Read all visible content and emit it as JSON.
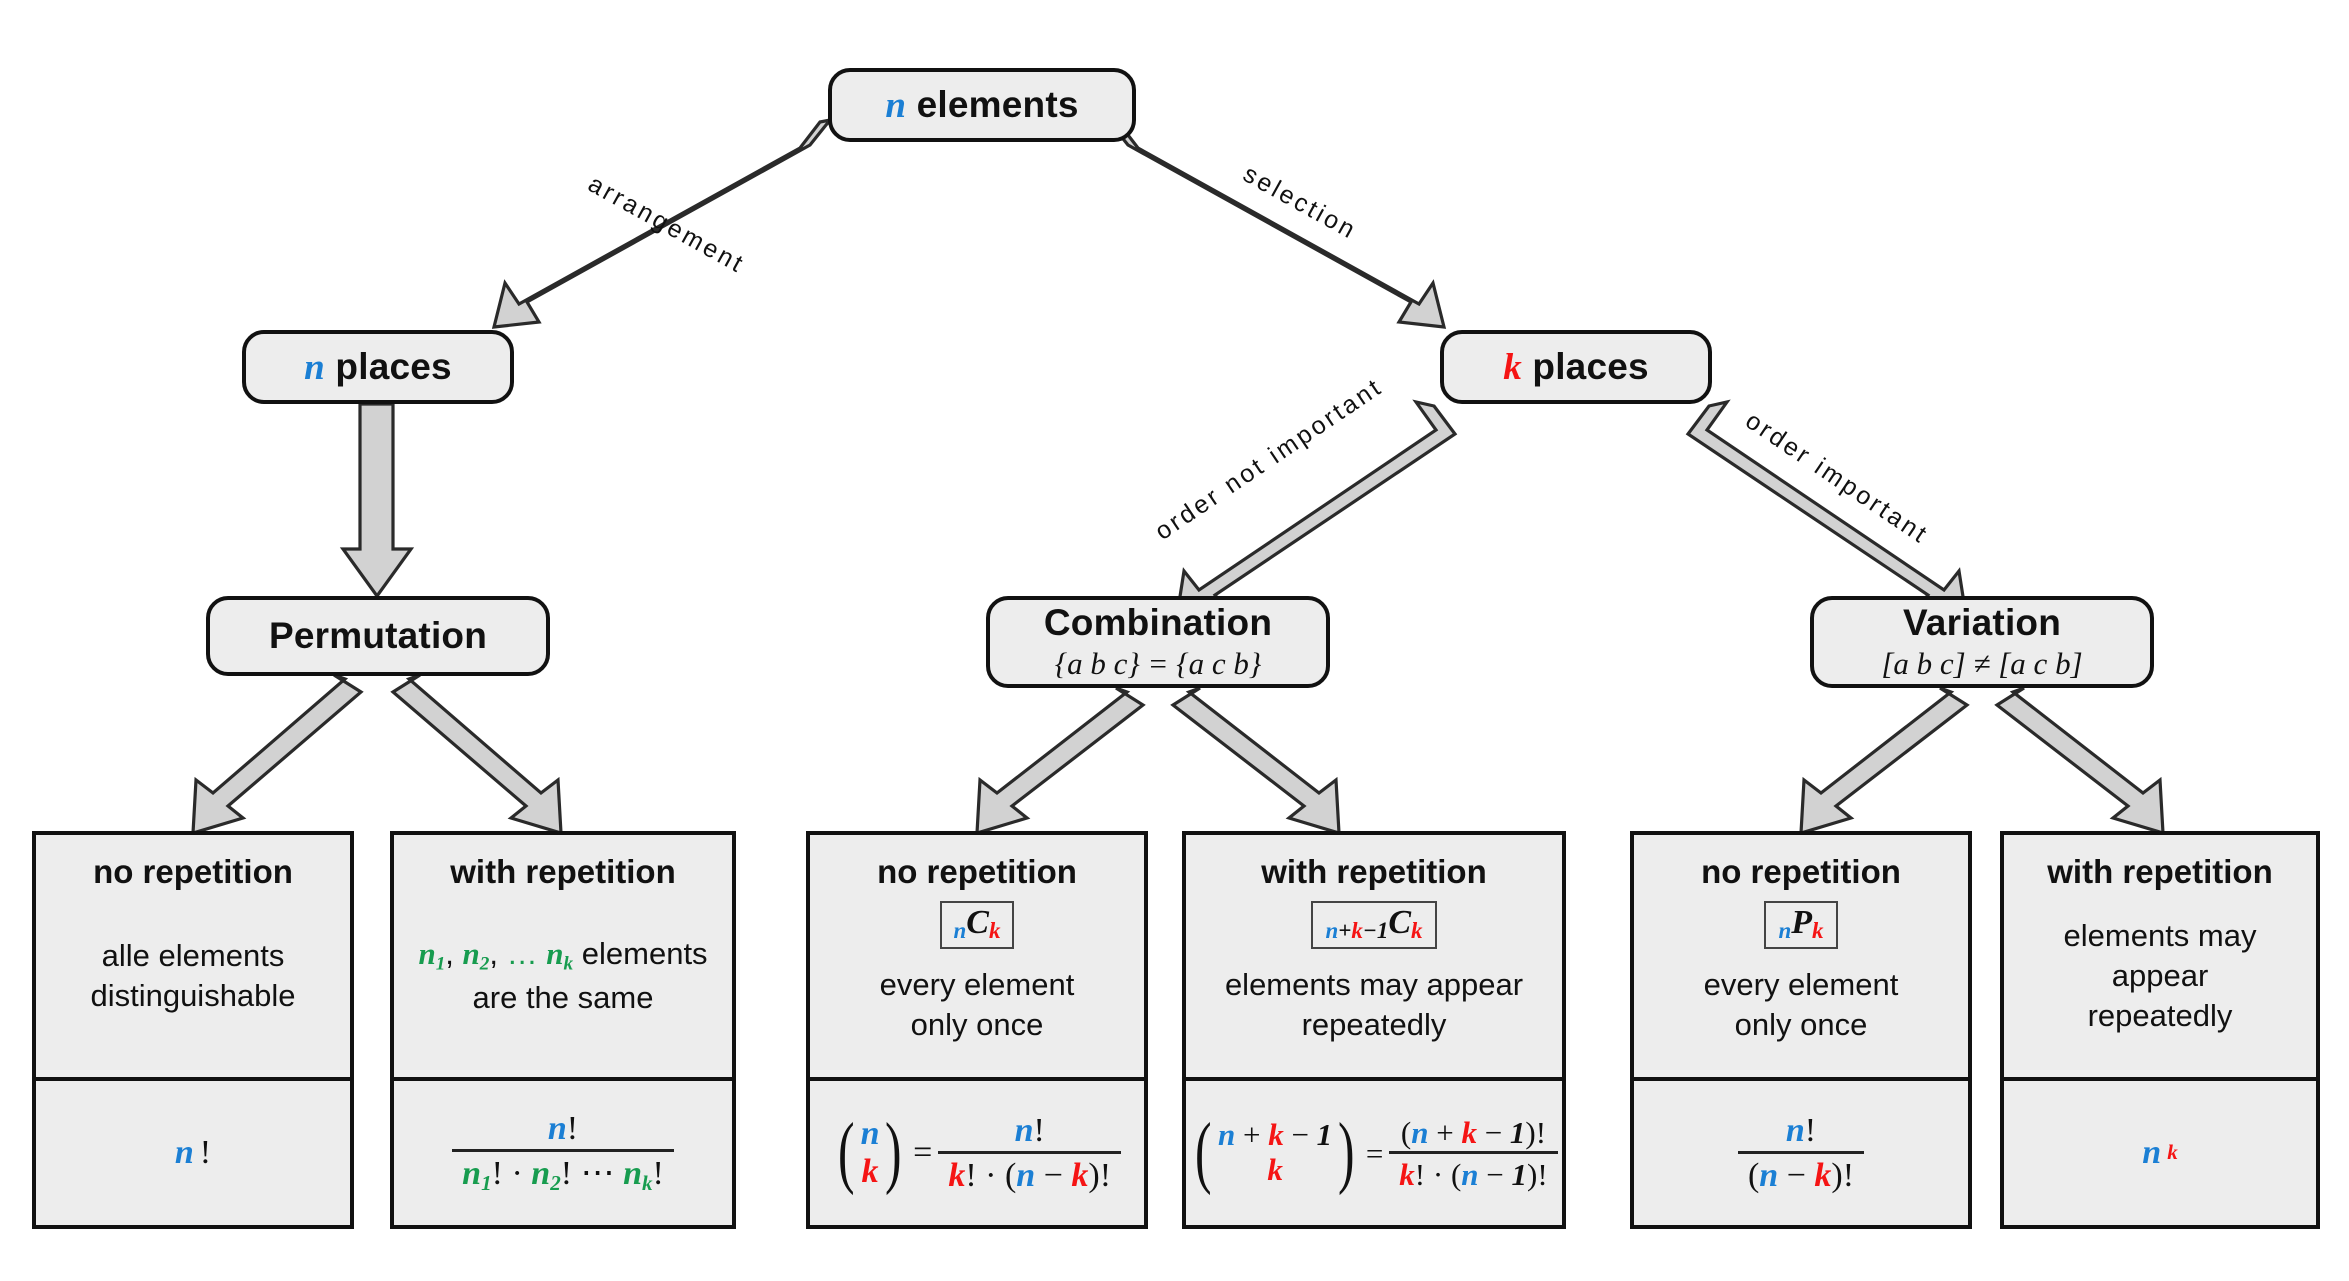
{
  "diagram": {
    "title": "Combinatorics overview tree",
    "colors": {
      "n_color": "#1b7fd4",
      "k_color": "#f51414",
      "green": "#179c4f",
      "node_fill": "#ededed",
      "arrow_fill": "#d2d2d2",
      "border": "#111111"
    },
    "root": {
      "var": "n",
      "label": "elements"
    },
    "edges": {
      "arrangement": "arrangement",
      "selection": "selection",
      "order_not_important": "order not important",
      "order_important": "order important"
    },
    "level2": [
      {
        "var": "n",
        "label": "places"
      },
      {
        "var": "k",
        "label": "places"
      }
    ],
    "level3": [
      {
        "title": "Permutation",
        "subtitle": ""
      },
      {
        "title": "Combination",
        "subtitle": "{a b c} = {a c b}"
      },
      {
        "title": "Variation",
        "subtitle": "[a b c] ≠ [a c b]"
      }
    ],
    "leaves": [
      {
        "head": "no repetition",
        "notation": "",
        "desc_lines": [
          "alle elements",
          "distinguishable"
        ],
        "formula": "n!"
      },
      {
        "head": "with repetition",
        "notation": "",
        "desc_lines": [
          "n₁, n₂, … nₖ elements",
          "are the same"
        ],
        "formula": "n! / (n₁! · n₂! ⋯ nₖ!)"
      },
      {
        "head": "no repetition",
        "notation": "nCk",
        "desc_lines": [
          "every element",
          "only once"
        ],
        "formula": "(n over k) = n! / (k! · (n − k)!)"
      },
      {
        "head": "with repetition",
        "notation": "n+k−1Ck",
        "desc_lines": [
          "elements may appear",
          "repeatedly"
        ],
        "formula": "(n + k − 1 over k) = (n + k − 1)! / (k! · (n − 1)!)"
      },
      {
        "head": "no repetition",
        "notation": "nPk",
        "desc_lines": [
          "every element",
          "only once"
        ],
        "formula": "n! / (n − k)!"
      },
      {
        "head": "with repetition",
        "notation": "",
        "desc_lines": [
          "elements may appear",
          "repeatedly"
        ],
        "formula": "n^k"
      }
    ],
    "symbols": {
      "factorial": "!",
      "cdot": "·",
      "minus": "−",
      "plus": "+",
      "equals": "=",
      "ellipsis": "⋯",
      "one": "1",
      "C": "C",
      "P": "P",
      "n": "n",
      "k": "k",
      "n1": "n",
      "n2": "n",
      "nk": "n",
      "sub1": "1",
      "sub2": "2",
      "subk": "k",
      "comma": ",",
      "dots": "…",
      "elements_word": "elements",
      "are_same": "are the same"
    }
  }
}
